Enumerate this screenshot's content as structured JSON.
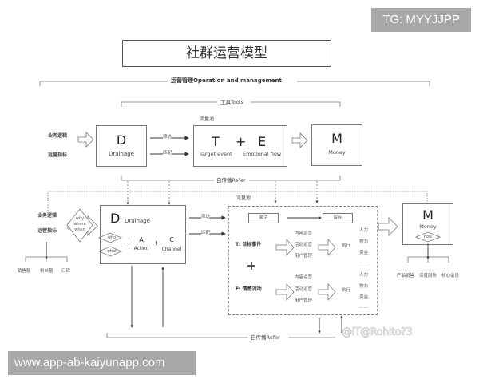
{
  "badges": {
    "tg": "TG: MYYJJPP",
    "url": "www.app-ab-kaiyunapp.com"
  },
  "title": "社群运营模型",
  "sections": {
    "operation": "运营管理Operation and management",
    "tools": "工具Tools",
    "refer_top": "自传播Refer",
    "refer_bottom": "自传播Refer",
    "traffic_pool_top": "流量池",
    "traffic_pool_bottom": "流量池"
  },
  "top_flow": {
    "inputs": [
      "业务逻辑",
      "运营指标"
    ],
    "d": {
      "letter": "D",
      "label": "Drainage"
    },
    "edges": [
      "筛选",
      "匹配"
    ],
    "te": {
      "t_letter": "T",
      "plus": "+",
      "e_letter": "E",
      "t_label": "Target event",
      "e_label": "Emotional flow"
    },
    "m": {
      "letter": "M",
      "label": "Money"
    }
  },
  "bottom_flow": {
    "inputs": [
      "业务逻辑",
      "运营指标"
    ],
    "metrics": [
      "销售额",
      "粉丝量",
      "口碑"
    ],
    "diamond_main": [
      "why",
      "where",
      "when"
    ],
    "d": {
      "letter": "D",
      "label": "Drainage",
      "diamonds": [
        "who",
        "what"
      ],
      "plus1": "+",
      "a_letter": "A",
      "a_label": "Action",
      "plus2": "+",
      "c_letter": "C",
      "c_label": "Channel"
    },
    "edges": [
      "筛选",
      "匹配"
    ],
    "pool": {
      "activate": "激活",
      "retain": "留存",
      "t_label": "T:  目标事件",
      "plus": "+",
      "e_label": "E:  情感流动",
      "t_ops": [
        "内容运营",
        "活动运营",
        "用户管理"
      ],
      "e_ops": [
        "内容运营",
        "活动运营",
        "用户管理"
      ],
      "execute_t": "执行",
      "execute_e": "执行",
      "t_resources": [
        "人力",
        "物力",
        "资金",
        "……"
      ],
      "e_resources": [
        "人力",
        "物力",
        "资金",
        "……"
      ]
    },
    "m": {
      "letter": "M",
      "label": "Money",
      "diamond": "how"
    },
    "outcomes": [
      "产品销售",
      "深度服务",
      "核心会员"
    ]
  },
  "watermark": "@IT@Rohito?3"
}
